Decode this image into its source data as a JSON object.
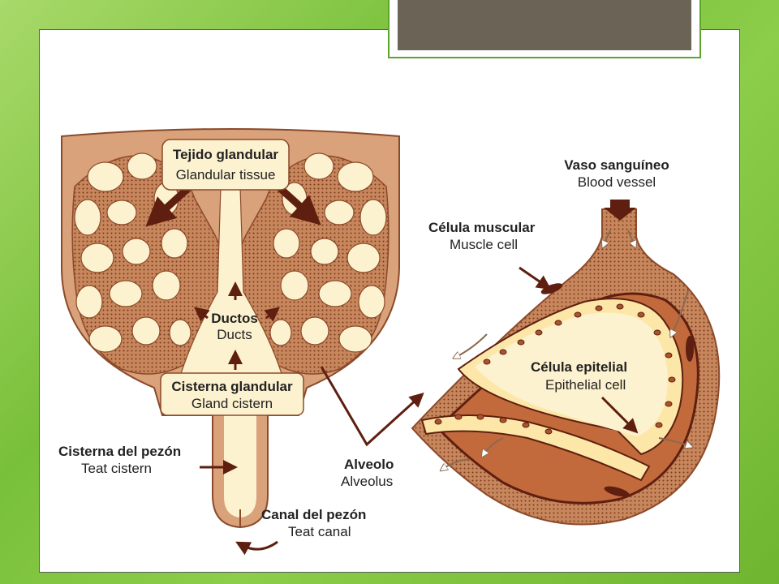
{
  "labels": {
    "glandular_tissue": {
      "es": "Tejido glandular",
      "en": "Glandular tissue"
    },
    "ducts": {
      "es": "Ductos",
      "en": "Ducts"
    },
    "gland_cistern": {
      "es": "Cisterna glandular",
      "en": "Gland cistern"
    },
    "teat_cistern": {
      "es": "Cisterna del pezón",
      "en": "Teat cistern"
    },
    "teat_canal": {
      "es": "Canal del pezón",
      "en": "Teat canal"
    },
    "alveolus": {
      "es": "Alveolo",
      "en": "Alveolus"
    },
    "blood_vessel": {
      "es": "Vaso sanguíneo",
      "en": "Blood vessel"
    },
    "muscle_cell": {
      "es": "Célula muscular",
      "en": "Muscle cell"
    },
    "epithelial_cell": {
      "es": "Célula epitelial",
      "en": "Epithelial cell"
    }
  },
  "colors": {
    "background_green": "#7fc63a",
    "udder_tan": "#d9a27a",
    "lumen_cream": "#fdf2cf",
    "dark_brown": "#5e1f10",
    "title_bar": "#6b6355"
  }
}
